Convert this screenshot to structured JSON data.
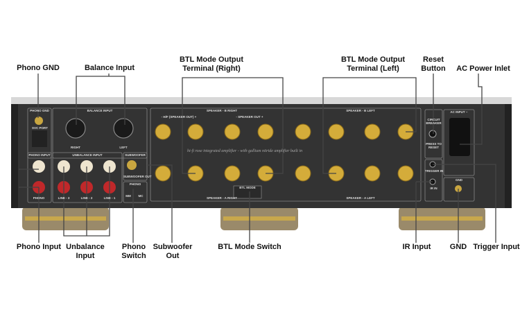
{
  "callouts": {
    "phono_gnd": "Phono GND",
    "balance_input": "Balance Input",
    "btl_right_1": "BTL Mode Output",
    "btl_right_2": "Terminal (Right)",
    "btl_left_1": "BTL Mode Output",
    "btl_left_2": "Terminal (Left)",
    "reset_1": "Reset",
    "reset_2": "Button",
    "ac_inlet": "AC Power Inlet",
    "phono_input": "Phono Input",
    "unbalance_1": "Unbalance",
    "unbalance_2": "Input",
    "phono_switch_1": "Phono",
    "phono_switch_2": "Switch",
    "sub_1": "Subwoofer",
    "sub_2": "Out",
    "btl_switch": "BTL Mode Switch",
    "ir_input": "IR Input",
    "gnd": "GND",
    "trigger_input": "Trigger Input"
  },
  "panel": {
    "phono_gnd": "PHONO GND",
    "balance_input": "BALANCE INPUT",
    "right": "RIGHT",
    "left": "LEFT",
    "svc_port": "SVC PORT",
    "phono_input": "PHONO INPUT",
    "unbalance_input": "UNBALANCE INPUT",
    "subwoofer": "SUBWOOFER",
    "subwoofer_out": "SUBWOOFER OUT",
    "phono": "PHONO",
    "phono_jack": "PHONO",
    "line3": "LINE - 3",
    "line2": "LINE - 2",
    "line1": "LINE - 1",
    "mm": "MM",
    "mc": "MC",
    "speaker_b_right": "SPEAKER - B RIGHT",
    "speaker_a_right": "SPEAKER - A RIGHT",
    "speaker_b_left": "SPEAKER - B LEFT",
    "speaker_a_left": "SPEAKER - A LEFT",
    "hf_out": "- H/F (SPEAKER OUT) +",
    "speaker_out": "- SPEAKER OUT +",
    "tagline": "hi-fi rose integrated amplifier - with gallium nitride amplifier built in",
    "btl_mode": "BTL MODE",
    "circuit_breaker": "CIRCUIT BREAKER",
    "press_reset": "PRESS TO RESET",
    "trigger_in": "TRIGGER IN",
    "ir_in": "IR IN",
    "ac_input": "AC INPUT ~",
    "gnd": "GND"
  }
}
